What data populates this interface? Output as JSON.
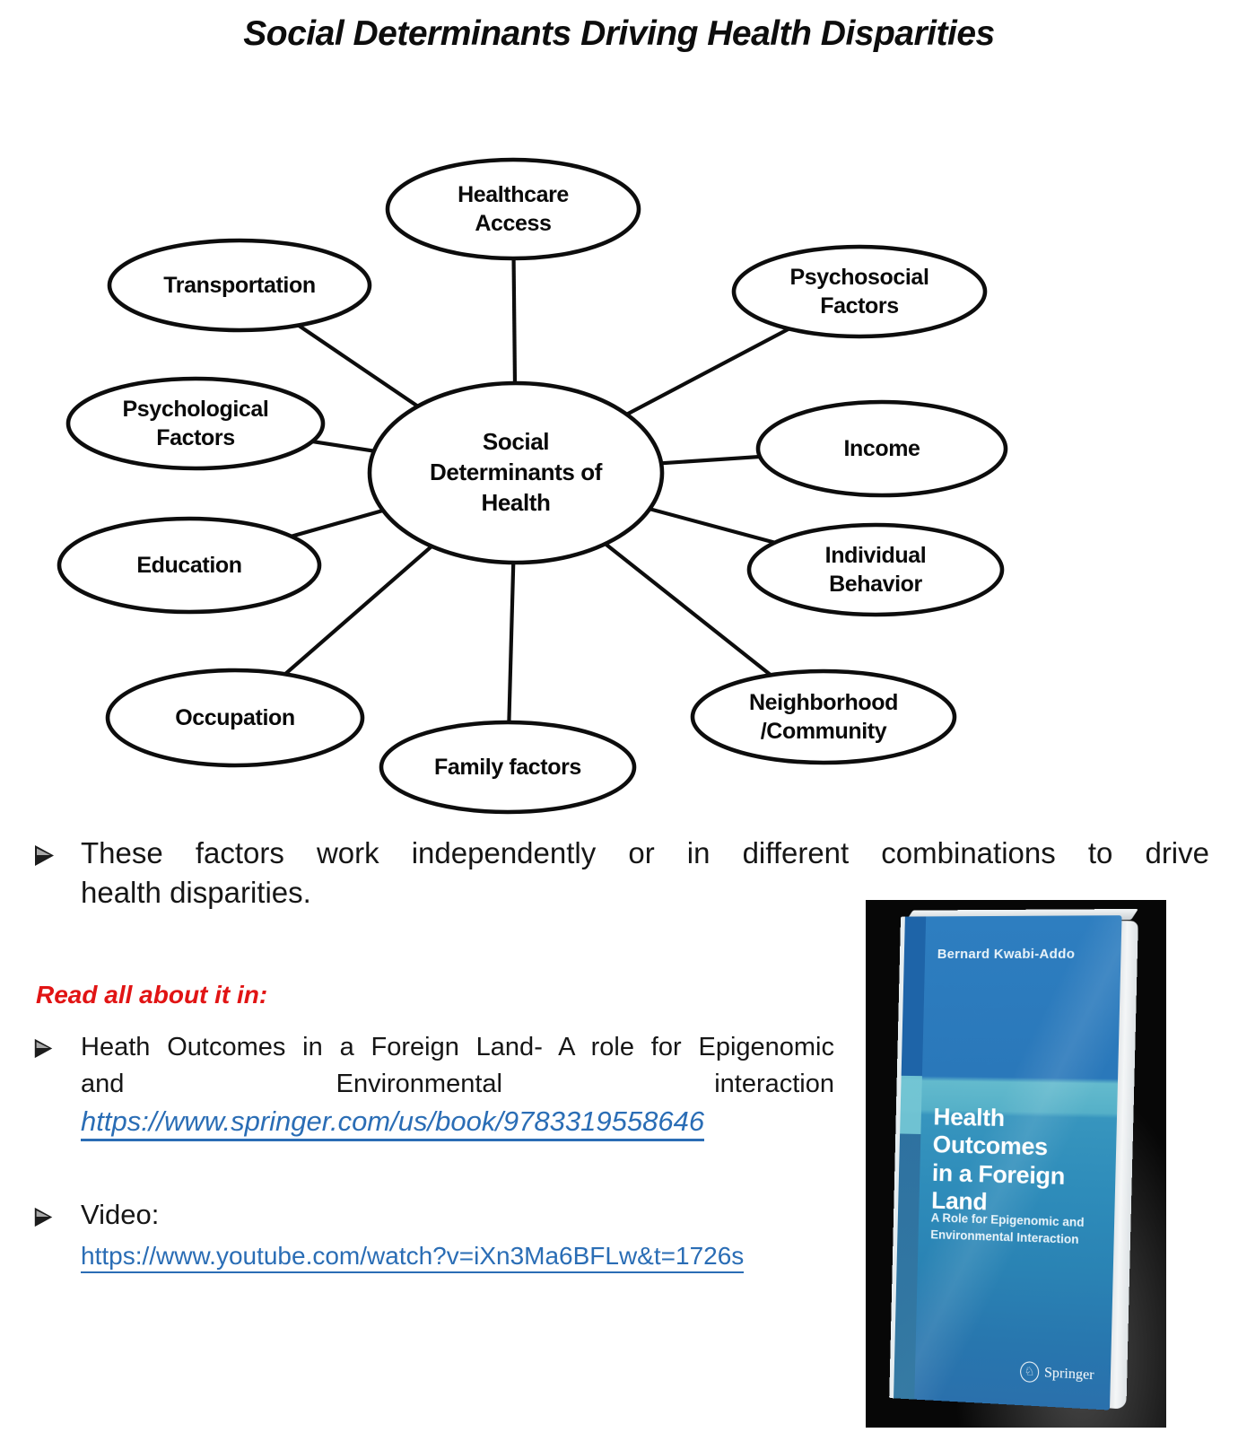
{
  "page": {
    "title": "Social Determinants Driving Health Disparities"
  },
  "diagram": {
    "center_label": "Social\nDeterminants of\nHealth",
    "nodes": [
      {
        "label": "Healthcare\nAccess"
      },
      {
        "label": "Transportation"
      },
      {
        "label": "Psychosocial\nFactors"
      },
      {
        "label": "Psychological\nFactors"
      },
      {
        "label": "Income"
      },
      {
        "label": "Education"
      },
      {
        "label": "Individual\nBehavior"
      },
      {
        "label": "Occupation"
      },
      {
        "label": "Family factors"
      },
      {
        "label": "Neighborhood\n/Community"
      }
    ]
  },
  "notes": {
    "main_bullet": {
      "line1": "These factors work independently or in different combinations to drive",
      "line2": "health disparities."
    },
    "read_heading": "Read all about it in:",
    "book_bullet": {
      "line1": "Heath Outcomes in a Foreign Land- A role for Epigenomic",
      "line2": "and Environmental interaction",
      "link": "https://www.springer.com/us/book/9783319558646"
    },
    "video_bullet": {
      "label": "Video:",
      "link": "https://www.youtube.com/watch?v=iXn3Ma6BFLw&t=1726s"
    }
  },
  "book_cover": {
    "author": "Bernard Kwabi-Addo",
    "title": "Health Outcomes\nin a Foreign\nLand",
    "subtitle": "A Role for Epigenomic and\nEnvironmental Interaction",
    "publisher": "Springer",
    "springer_glyph": "♘"
  },
  "colors": {
    "heading_red": "#e11414",
    "link_blue": "#2a6db5",
    "cover_blue": "#2b7dbe",
    "cover_teal": "#55b0c8"
  }
}
